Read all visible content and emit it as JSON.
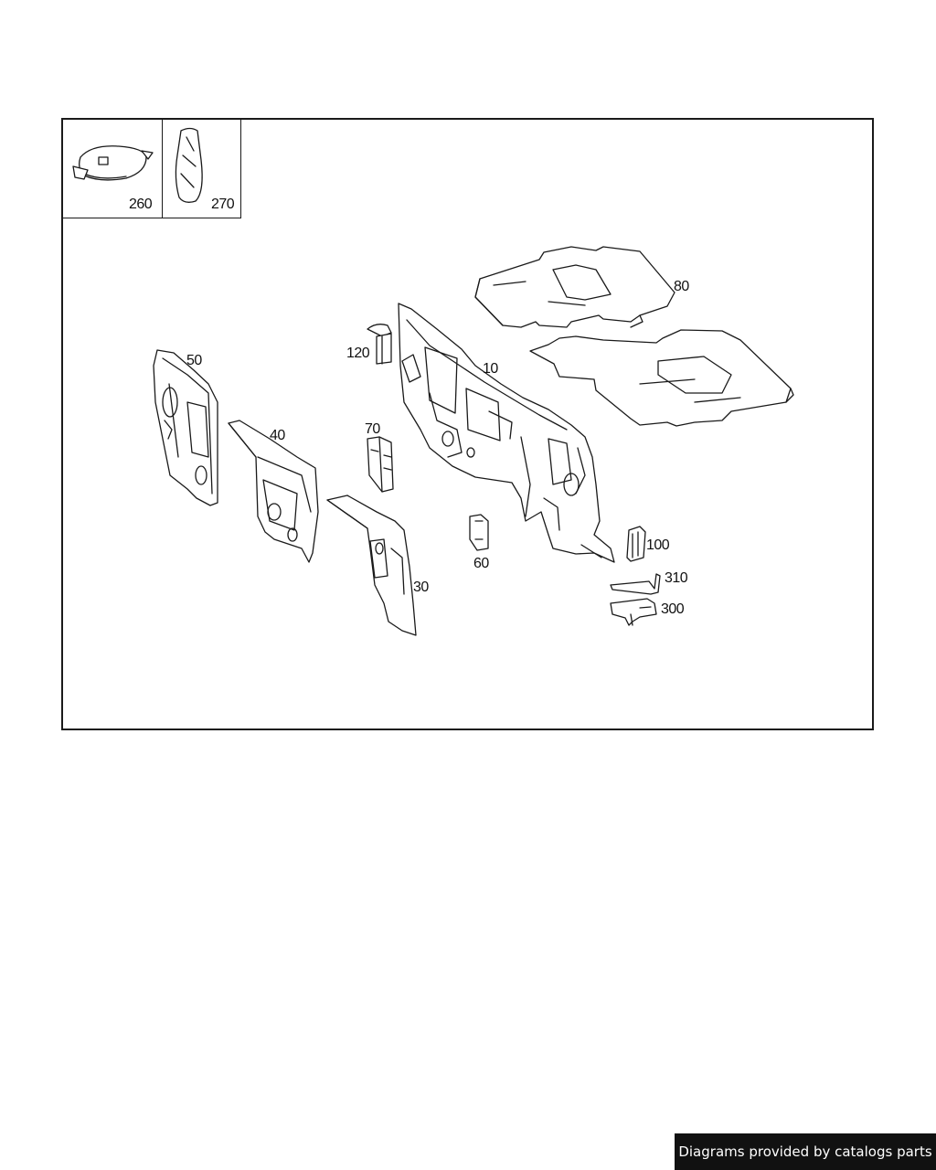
{
  "callouts": {
    "p260": "260",
    "p270": "270",
    "p80": "80",
    "p120": "120",
    "p10": "10",
    "p50": "50",
    "p40": "40",
    "p70": "70",
    "p30": "30",
    "p60": "60",
    "p100": "100",
    "p310": "310",
    "p300": "300"
  },
  "watermark": "Diagrams provided by catalogs parts",
  "colors": {
    "line": "#1a1a1a",
    "background": "#ffffff",
    "watermark_bg": "#111111",
    "watermark_text": "#ffffff"
  }
}
